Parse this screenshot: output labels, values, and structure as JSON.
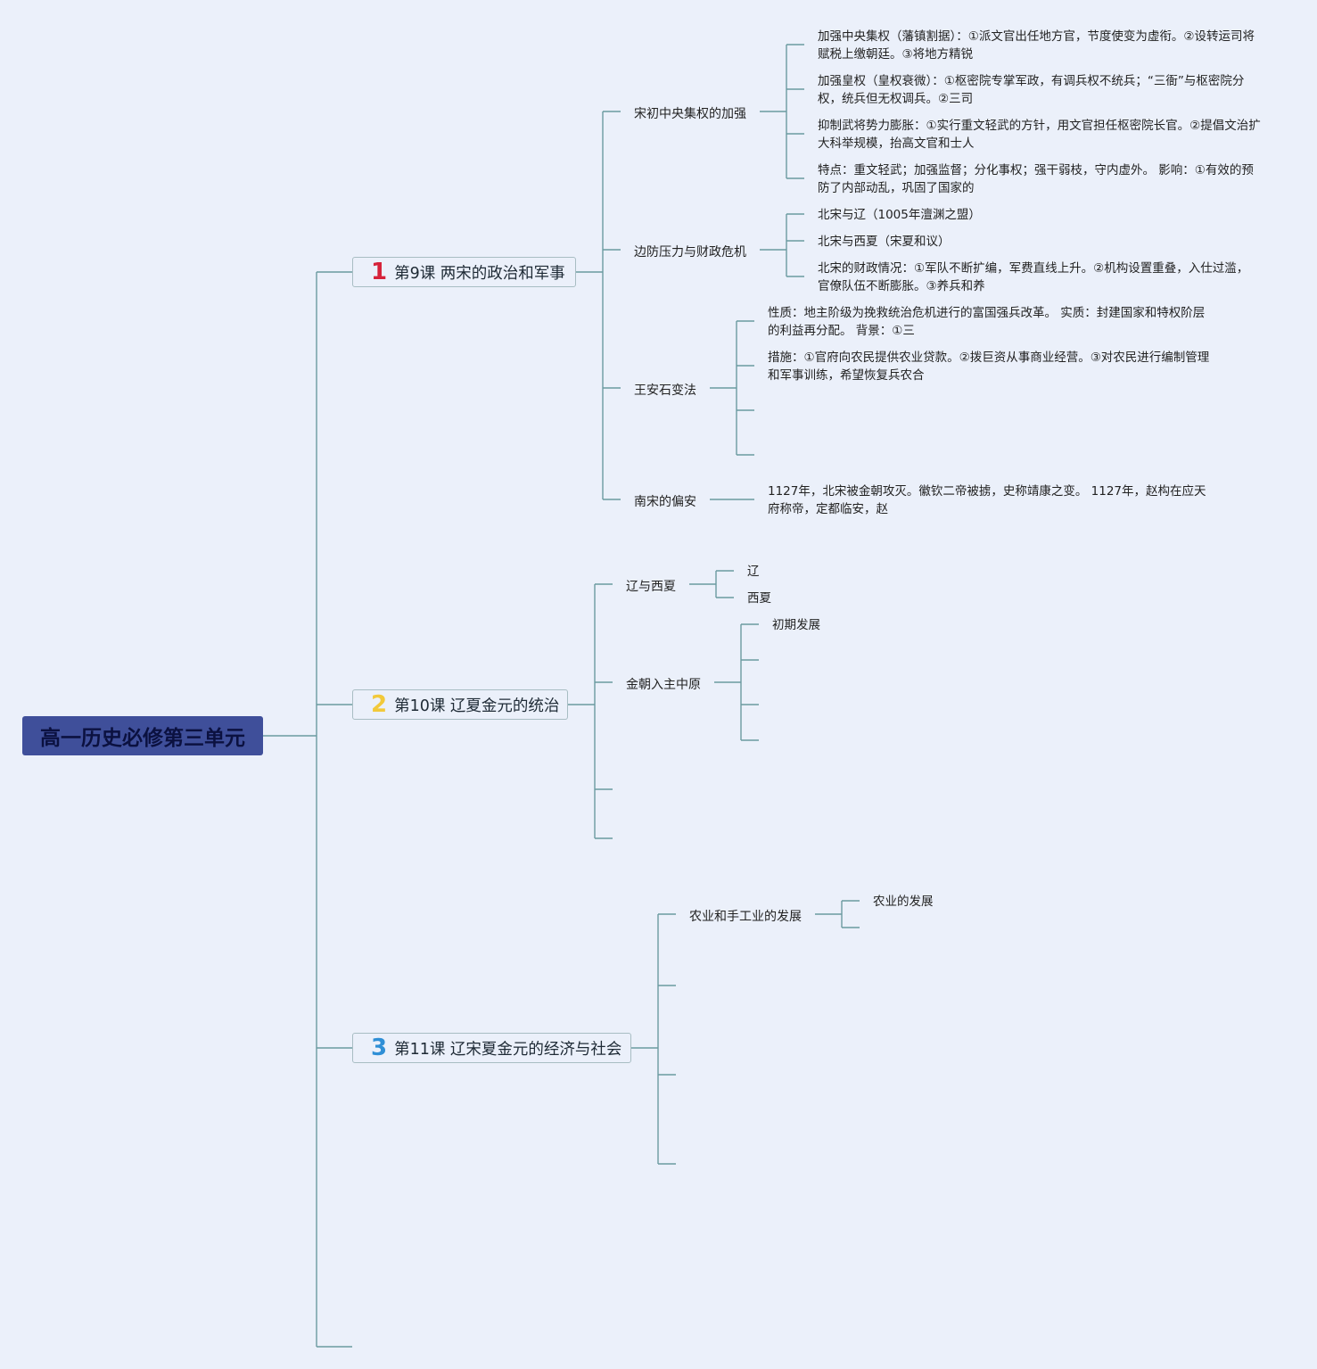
{
  "root": {
    "title": "高一历史必修第三单元"
  },
  "lessons": [
    {
      "num": "1",
      "num_color": "#d6223a",
      "title": "第9课 两宋的政治和军事",
      "topics": [
        {
          "label": "宋初中央集权的加强",
          "details": [
            "加强中央集权（藩镇割据）：①派文官出任地方官，节度使变为虚衔。②设转运司将赋税上缴朝廷。③将地方精锐",
            "加强皇权（皇权衰微）：①枢密院专掌军政，有调兵权不统兵；“三衙”与枢密院分权，统兵但无权调兵。②三司",
            "抑制武将势力膨胀：①实行重文轻武的方针，用文官担任枢密院长官。②提倡文治扩大科举规模，抬高文官和士人",
            "特点：重文轻武；加强监督；分化事权；强干弱枝，守内虚外。 影响：①有效的预防了内部动乱，巩固了国家的"
          ]
        },
        {
          "label": "边防压力与财政危机",
          "details": [
            "北宋与辽（1005年澶渊之盟）",
            "北宋与西夏（宋夏和议）",
            "北宋的财政情况：①军队不断扩编，军费直线上升。②机构设置重叠，入仕过滥，官僚队伍不断膨胀。③养兵和养"
          ]
        },
        {
          "label": "王安石变法",
          "details": [
            "性质：地主阶级为挽救统治危机进行的富国强兵改革。 实质：封建国家和特权阶层的利益再分配。 背景：①三",
            "措施：①官府向农民提供农业贷款。②拨巨资从事商业经营。③对农民进行编制管理和军事训练，希望恢复兵农合"
          ]
        },
        {
          "label": "南宋的偏安",
          "details": [
            "1127年，北宋被金朝攻灭。徽钦二帝被掳，史称靖康之变。 1127年，赵构在应天府称帝，定都临安，赵"
          ]
        }
      ]
    },
    {
      "num": "2",
      "num_color": "#f2c93a",
      "title": "第10课 辽夏金元的统治",
      "topics": [
        {
          "label": "辽与西夏",
          "details": [
            "辽",
            "西夏"
          ]
        },
        {
          "label": "金朝入主中原",
          "details": [
            "初期发展"
          ]
        }
      ]
    },
    {
      "num": "3",
      "num_color": "#2f8fd6",
      "title": "第11课 辽宋夏金元的经济与社会",
      "topics": [
        {
          "label": "农业和手工业的发展",
          "details": [
            "农业的发展"
          ]
        }
      ]
    }
  ]
}
